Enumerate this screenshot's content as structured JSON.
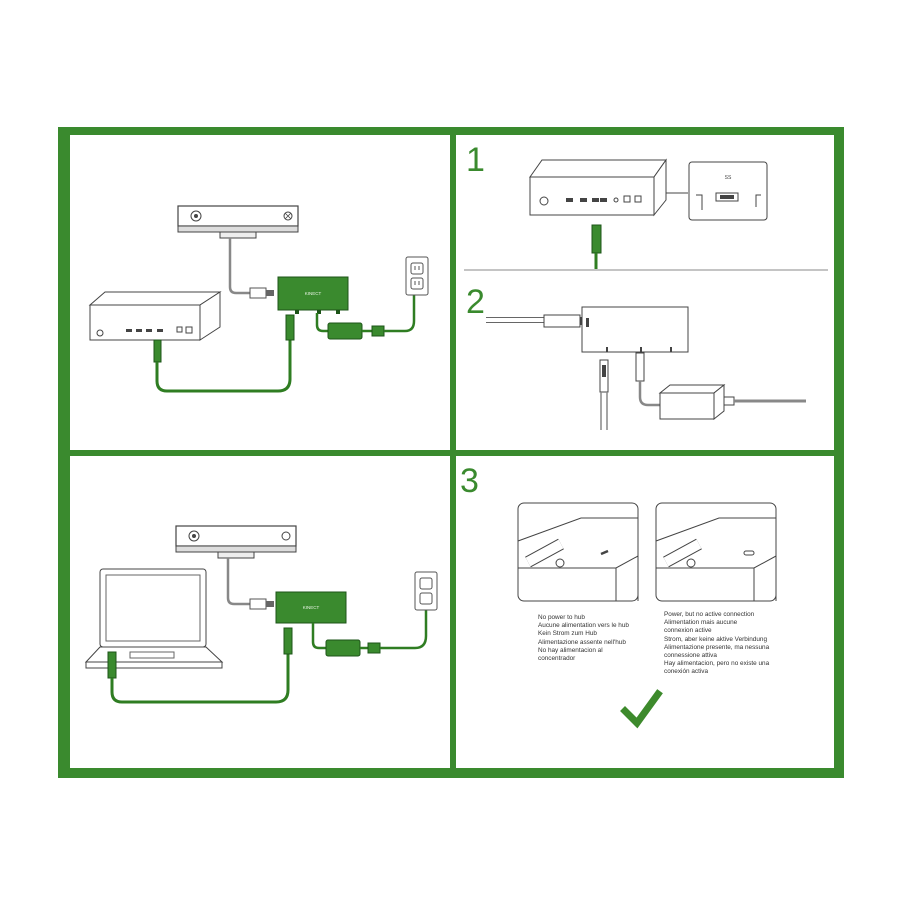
{
  "colors": {
    "frame": "#3a8a2e",
    "cable": "#2f7d22",
    "hub": "#3a8a2e",
    "check": "#3d8a2c"
  },
  "hub_label": "KINECT",
  "steps": [
    "1",
    "2",
    "3"
  ],
  "port_label": "SS",
  "icons": [
    "xbox-logo-icon",
    "usb-port-icon",
    "power-outlet-icon",
    "checkmark-icon"
  ],
  "notes": {
    "no_power": [
      "No power to hub",
      "Aucune alimentation vers le hub",
      "Kein Strom zum Hub",
      "Alimentazione assente nell'hub",
      "No hay alimentacion al",
      "concentrador"
    ],
    "power_no_connection": [
      "Power, but no active connection",
      "Alimentation mais aucune",
      "connexion active",
      "Strom, aber keine aktive Verbindung",
      "Alimentazione presente, ma nessuna",
      "connessione attiva",
      "Hay alimentacion, pero no existe una",
      "conexión activa"
    ]
  }
}
